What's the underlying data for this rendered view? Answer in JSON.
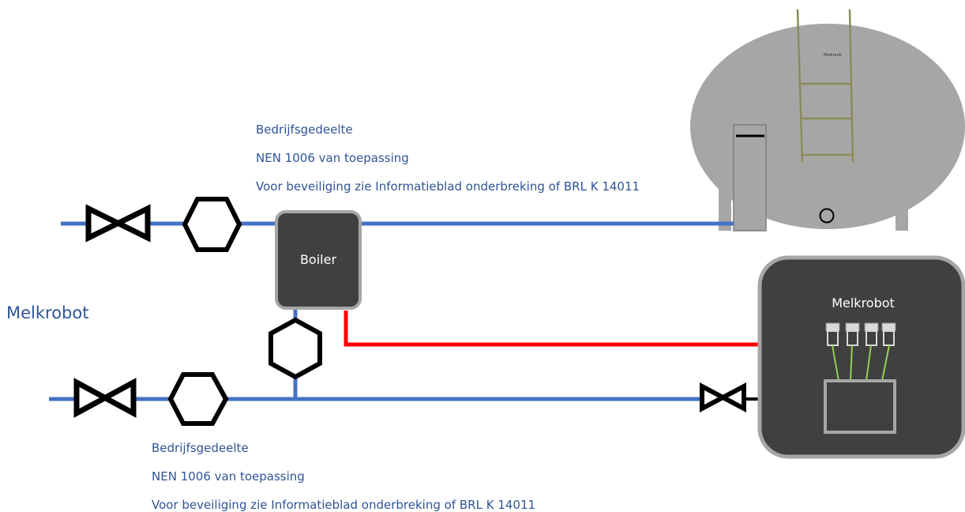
{
  "page_title": "Melkrobot",
  "top_section": {
    "line1": "Bedrijfsgedeelte",
    "line2": "NEN 1006 van toepassing",
    "line3": "Voor beveiliging zie Informatieblad onderbreking of BRL K 14011"
  },
  "bottom_section": {
    "line1": "Bedrijfsgedeelte",
    "line2": "NEN 1006 van toepassing",
    "line3": "Voor beveiliging zie Informatieblad onderbreking of BRL K 14011"
  },
  "boiler": {
    "label": "Boiler"
  },
  "robot": {
    "label": "Melkrobot"
  },
  "tank": {
    "label": "Melktank"
  },
  "colors": {
    "cold_pipe": "#4472c4",
    "hot_pipe": "#ff0000",
    "text": "#2f5496",
    "device_fill": "#404040",
    "device_border": "#a6a6a6",
    "tank_fill": "#a6a6a6",
    "ladder": "#8b8b5a",
    "hose": "#92d050"
  }
}
